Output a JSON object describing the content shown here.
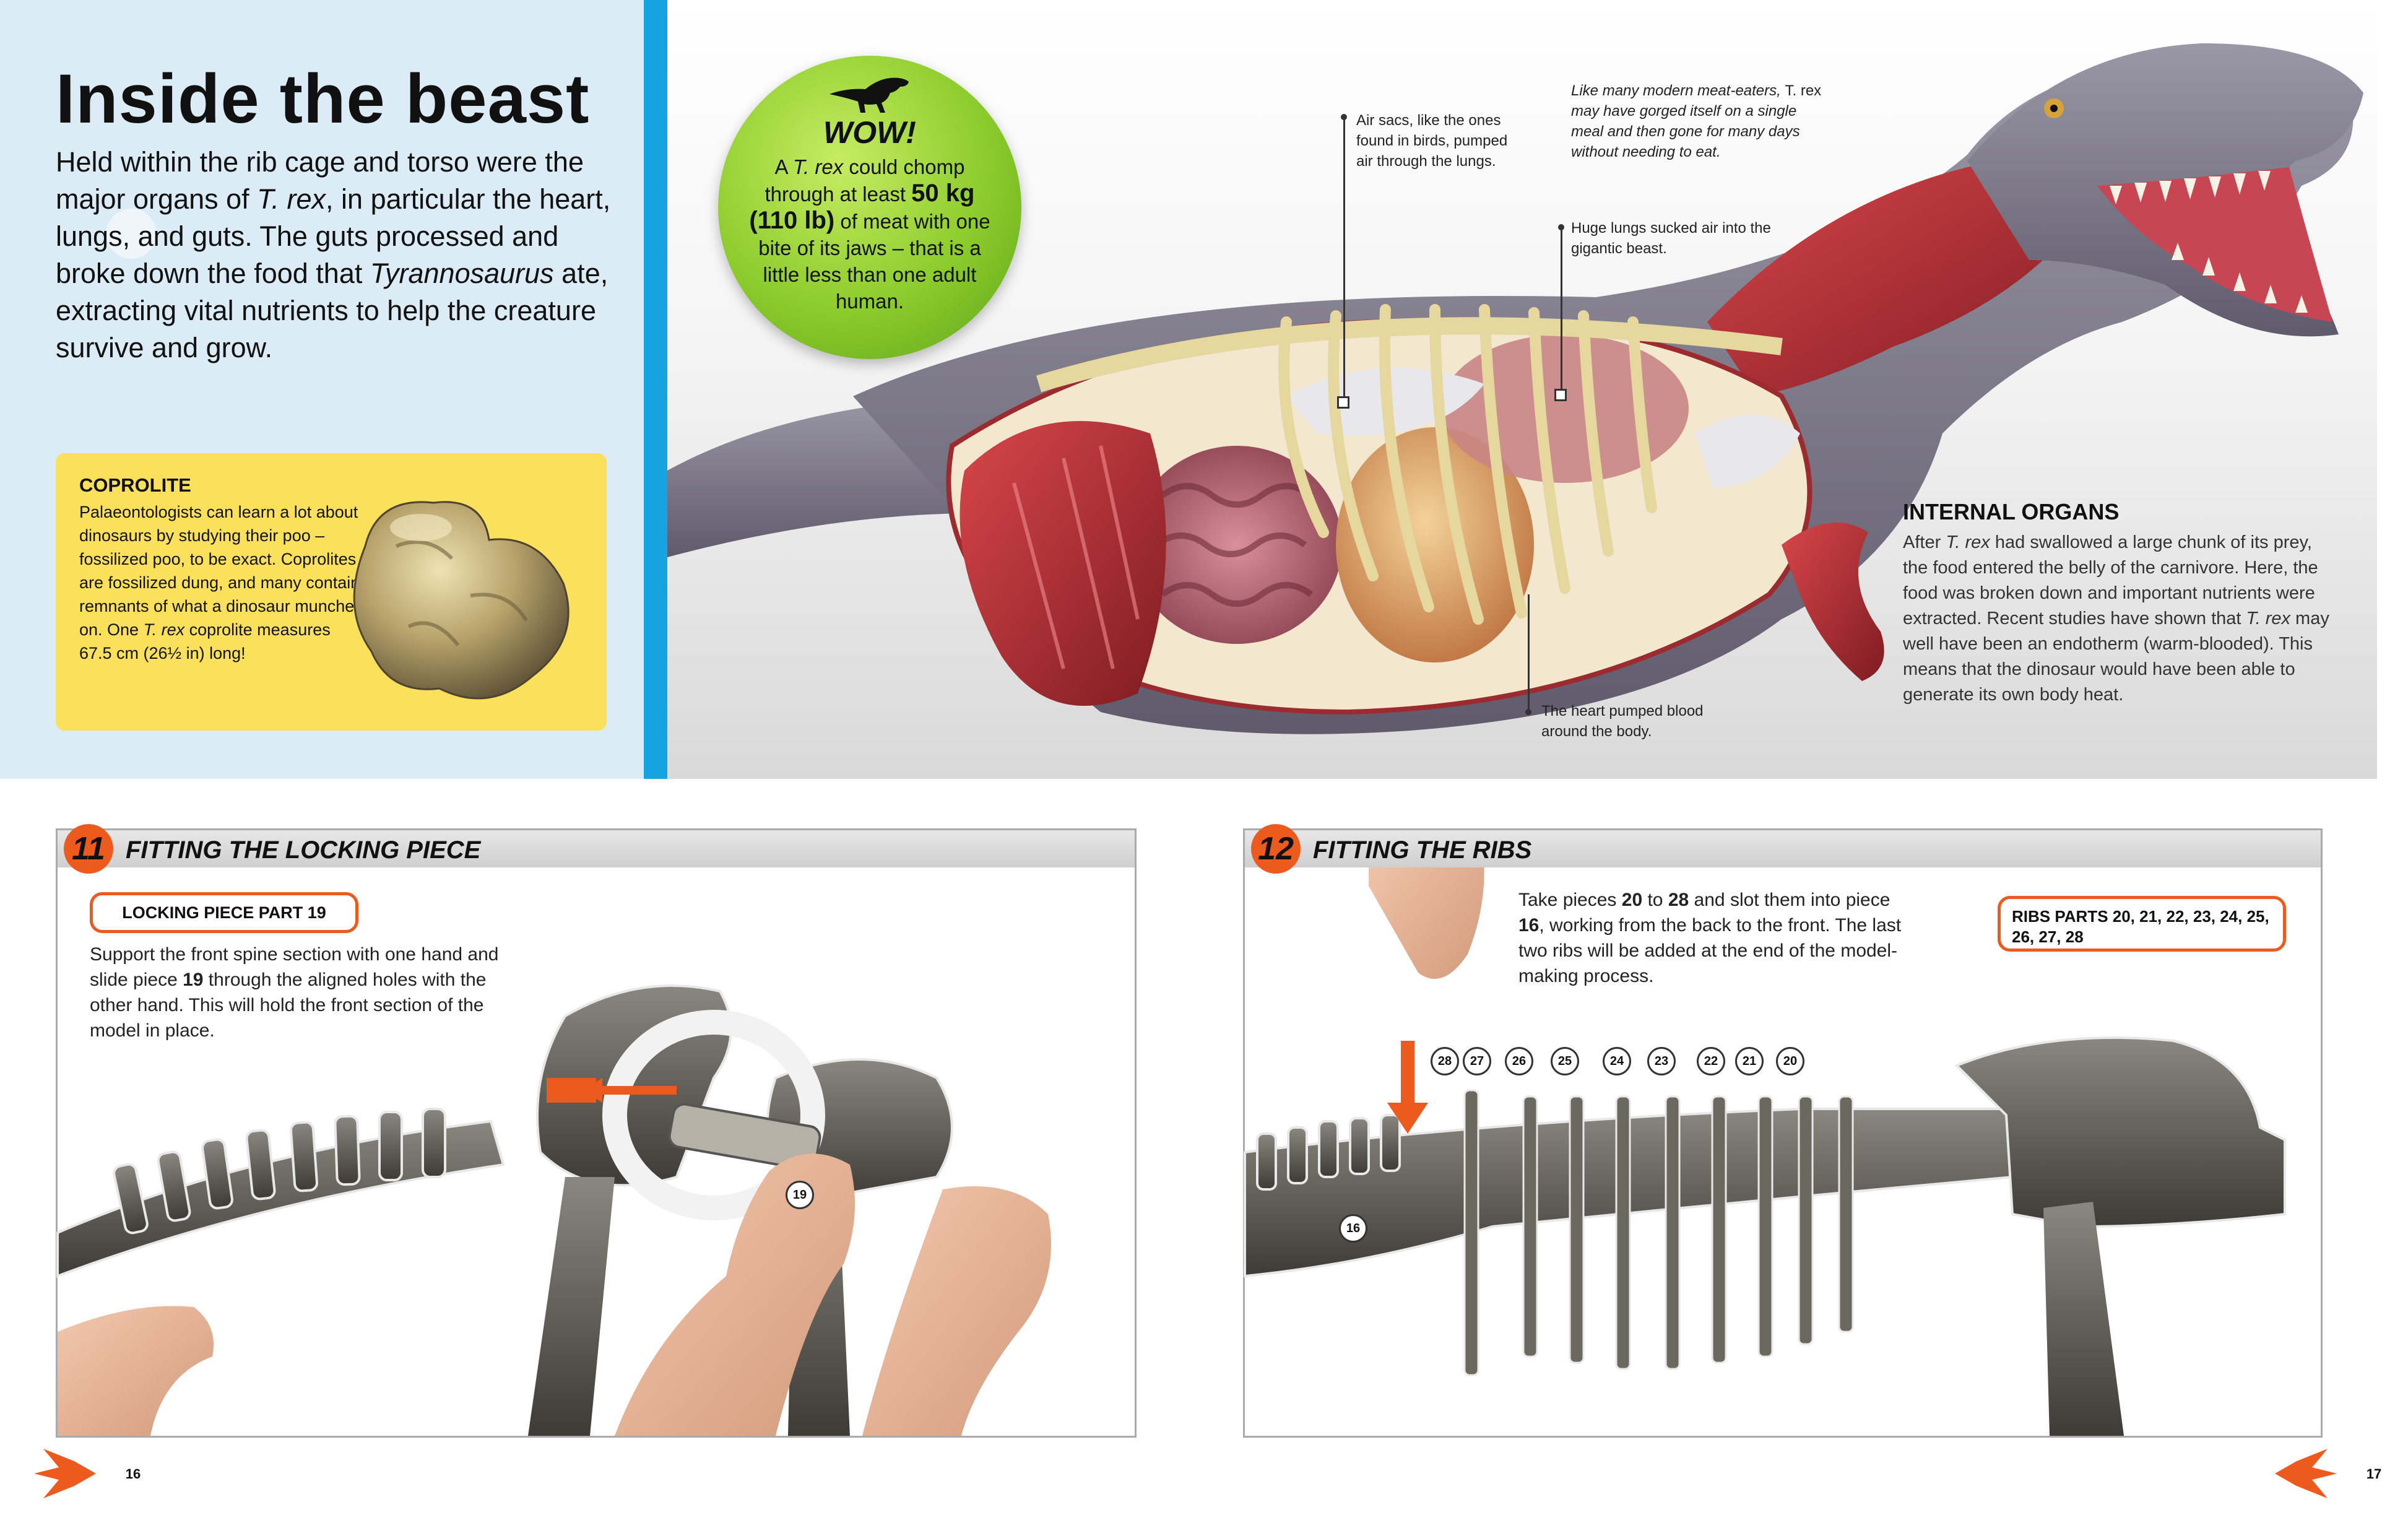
{
  "title": "Inside the beast",
  "intro": {
    "p1": "Held within the rib cage and torso were the major organs of ",
    "em1": "T. rex",
    "p2": ", in particular the heart, lungs, and guts. The guts processed and broke down the food that ",
    "em2": "Tyrannosaurus",
    "p3": " ate, extracting vital nutrients to help the creature survive and grow."
  },
  "coprolite": {
    "title": "COPROLITE",
    "text1": "Palaeontologists can learn a lot about dinosaurs by studying their poo – fossilized poo, to be exact. Coprolites are fossilized dung, and many contain remnants of what a dinosaur munched on. One ",
    "em": "T. rex",
    "text2": " coprolite measures 67.5 cm (26½ in) long!"
  },
  "wow": {
    "label": "WOW!",
    "t1": "A ",
    "em": "T. rex",
    "t2": " could chomp through at least ",
    "b1": "50 kg (110 lb)",
    "t3": " of meat with one bite of its jaws – that is a little less than one adult human."
  },
  "annotations": {
    "air_sacs": "Air sacs, like the ones found in birds, pumped air through the lungs.",
    "meat_eaters_1": "Like many modern meat-eaters, ",
    "meat_eaters_rex": "T. rex",
    "meat_eaters_2": " may have gorged itself on a single meal and then gone for many days without needing to eat.",
    "lungs": "Huge lungs sucked air into the gigantic beast.",
    "heart": "The heart pumped blood around the body."
  },
  "internal_organs": {
    "title": "INTERNAL ORGANS",
    "t1": "After ",
    "em1": "T. rex",
    "t2": " had swallowed a large chunk of its prey, the food entered the belly of the carnivore. Here, the food was broken down and important nutrients were extracted. Recent studies have shown that ",
    "em2": "T. rex",
    "t3": " may well have been an endotherm (warm-blooded). This means that the dinosaur would have been able to generate its own body heat."
  },
  "step11": {
    "number": "11",
    "title": "FITTING THE LOCKING PIECE",
    "parts": "LOCKING PIECE PART 19",
    "t1": "Support the front spine section with one hand and slide piece ",
    "b1": "19",
    "t2": " through the aligned holes with the other hand. This will hold the front section of the model in place.",
    "piece_label": "19"
  },
  "step12": {
    "number": "12",
    "title": "FITTING THE RIBS",
    "parts": "RIBS PARTS 20, 21, 22, 23, 24, 25, 26, 27, 28",
    "t1": "Take pieces ",
    "b1": "20",
    "t2": " to ",
    "b2": "28",
    "t3": " and slot them into piece ",
    "b3": "16",
    "t4": ", working from the back to the front. The last two ribs will be added at the end of the model-making process.",
    "rib_labels": [
      "27",
      "26",
      "25",
      "24",
      "23",
      "22",
      "21",
      "20"
    ],
    "rib_28": "28",
    "spine_label": "16"
  },
  "pages": {
    "left": "16",
    "right": "17"
  },
  "colors": {
    "accent": "#ec5a1e",
    "blue": "#16a3e0",
    "yellow": "#fbe05c",
    "green": "#8ccc2c"
  }
}
